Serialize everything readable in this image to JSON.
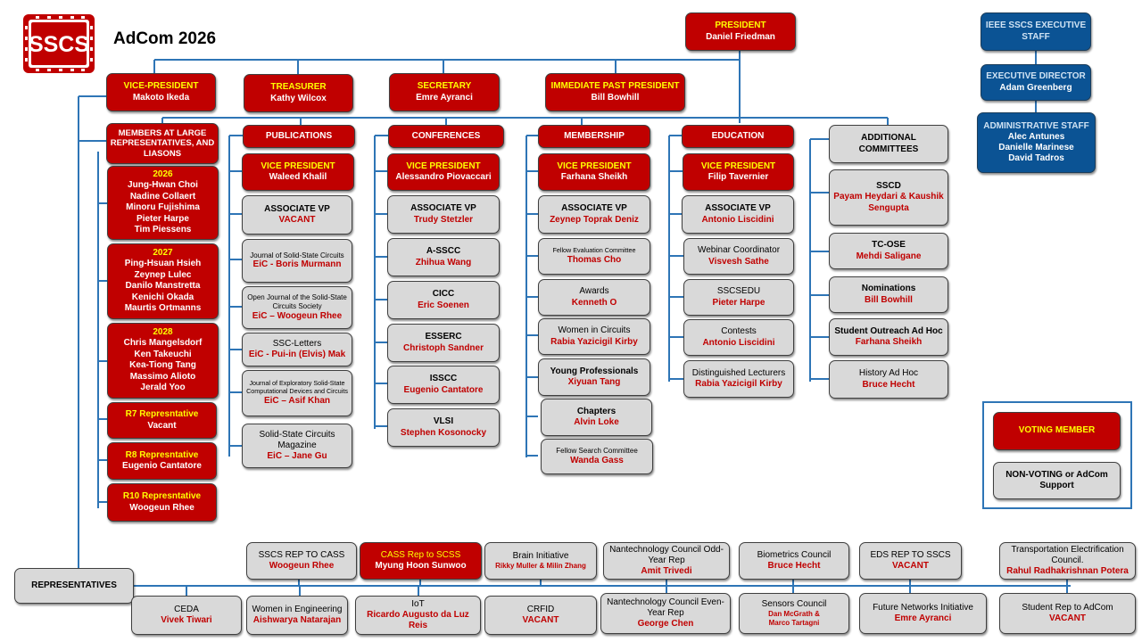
{
  "header": {
    "logo_text": "SSCS",
    "title": "AdCom 2026"
  },
  "president": {
    "title": "PRESIDENT",
    "name": "Daniel Friedman"
  },
  "officers": [
    {
      "title": "VICE-PRESIDENT",
      "name": "Makoto Ikeda"
    },
    {
      "title": "TREASURER",
      "name": "Kathy Wilcox"
    },
    {
      "title": "SECRETARY",
      "name": "Emre Ayranci"
    },
    {
      "title": "IMMEDIATE PAST PRESIDENT",
      "name": "Bill Bowhill"
    }
  ],
  "staff": {
    "heading": "IEEE SSCS EXECUTIVE STAFF",
    "exec_title": "EXECUTIVE DIRECTOR",
    "exec_name": "Adam Greenberg",
    "admin_title": "ADMINISTRATIVE STAFF",
    "admin_names": [
      "Alec Antunes",
      "Danielle Marinese",
      "David Tadros"
    ]
  },
  "members_at_large": {
    "heading": "MEMBERS AT LARGE REPRESENTATIVES, AND LIASONS",
    "groups": [
      {
        "year": "2026",
        "names": [
          "Jung-Hwan Choi",
          "Nadine Collaert",
          "Minoru Fujishima",
          "Pieter Harpe",
          "Tim Piessens"
        ]
      },
      {
        "year": "2027",
        "names": [
          "Ping-Hsuan Hsieh",
          "Zeynep Lulec",
          "Danilo Manstretta",
          "Kenichi Okada",
          "Maurtis Ortmanns"
        ]
      },
      {
        "year": "2028",
        "names": [
          "Chris Mangelsdorf",
          "Ken Takeuchi",
          "Kea-Tiong Tang",
          "Massimo Alioto",
          "Jerald Yoo"
        ]
      }
    ],
    "regions": [
      {
        "title": "R7 Represntative",
        "name": "Vacant"
      },
      {
        "title": "R8 Represntative",
        "name": "Eugenio Cantatore"
      },
      {
        "title": "R10 Represntative",
        "name": "Woogeun Rhee"
      }
    ]
  },
  "publications": {
    "heading": "PUBLICATIONS",
    "vp": {
      "title": "VICE PRESIDENT",
      "name": "Waleed Khalil"
    },
    "items": [
      {
        "title": "ASSOCIATE VP",
        "name": "VACANT"
      },
      {
        "title": "Journal of Solid-State Circuits",
        "name": "EiC - Boris Murmann"
      },
      {
        "title": "Open Journal  of the Solid-State Circuits  Society",
        "name": "EiC – Woogeun Rhee"
      },
      {
        "title": "SSC-Letters",
        "name": "EiC - Pui-in (Elvis) Mak"
      },
      {
        "title": "Journal of Exploratory Solid-State Computational Devices and Circuits",
        "name": "EiC – Asif Khan"
      },
      {
        "title": "Solid-State Circuits Magazine",
        "name": "EiC – Jane Gu"
      }
    ]
  },
  "conferences": {
    "heading": "CONFERENCES",
    "vp": {
      "title": "VICE PRESIDENT",
      "name": "Alessandro Piovaccari"
    },
    "items": [
      {
        "title": "ASSOCIATE VP",
        "name": "Trudy Stetzler"
      },
      {
        "title": "A-SSCC",
        "name": "Zhihua Wang"
      },
      {
        "title": "CICC",
        "name": "Eric Soenen"
      },
      {
        "title": "ESSERC",
        "name": "Christoph Sandner"
      },
      {
        "title": "ISSCC",
        "name": "Eugenio Cantatore"
      },
      {
        "title": "VLSI",
        "name": "Stephen Kosonocky"
      }
    ]
  },
  "membership": {
    "heading": "MEMBERSHIP",
    "vp": {
      "title": "VICE PRESIDENT",
      "name": "Farhana Sheikh"
    },
    "items": [
      {
        "title": "ASSOCIATE VP",
        "name": "Zeynep Toprak Deniz"
      },
      {
        "title": "Fellow Evaluation Committee",
        "name": "Thomas Cho"
      },
      {
        "title": "Awards",
        "name": "Kenneth O"
      },
      {
        "title": "Women in Circuits",
        "name": "Rabia Yazicigil Kirby"
      },
      {
        "title": "Young Professionals",
        "name": "Xiyuan Tang"
      },
      {
        "title": "Chapters",
        "name": "Alvin Loke"
      },
      {
        "title": "Fellow Search  Committee",
        "name": "Wanda Gass"
      }
    ]
  },
  "education": {
    "heading": "EDUCATION",
    "vp": {
      "title": "VICE PRESIDENT",
      "name": "Filip Tavernier"
    },
    "items": [
      {
        "title": "ASSOCIATE VP",
        "name": "Antonio Liscidini"
      },
      {
        "title": "Webinar Coordinator",
        "name": "Visvesh Sathe"
      },
      {
        "title": "SSCSEDU",
        "name": "Pieter Harpe"
      },
      {
        "title": "Contests",
        "name": "Antonio Liscidini"
      },
      {
        "title": "Distinguished Lecturers",
        "name": "Rabia Yazicigil Kirby"
      }
    ]
  },
  "additional": {
    "heading": "ADDITIONAL COMMITTEES",
    "items": [
      {
        "title": "SSCD",
        "name": "Payam Heydari & Kaushik Sengupta"
      },
      {
        "title": "TC-OSE",
        "name": "Mehdi  Saligane"
      },
      {
        "title": "Nominations",
        "name": "Bill Bowhill"
      },
      {
        "title": "Student Outreach Ad Hoc",
        "name": "Farhana Sheikh"
      },
      {
        "title": "History Ad Hoc",
        "name": "Bruce Hecht"
      }
    ]
  },
  "legend": {
    "voting": "VOTING MEMBER",
    "non_voting": "NON-VOTING or AdCom Support"
  },
  "representatives": {
    "heading": "REPRESENTATIVES",
    "top": [
      {
        "title": "SSCS REP TO CASS",
        "name": "Woogeun Rhee"
      },
      {
        "title": "CASS Rep to SCSS",
        "name": "Myung Hoon Sunwoo"
      },
      {
        "title": "Brain Initiative",
        "name": "Rikky Muller & Milin  Zhang"
      },
      {
        "title": "Nantechnology Council Odd-Year Rep",
        "name": "Amit Trivedi"
      },
      {
        "title": "Biometrics Council",
        "name": "Bruce Hecht"
      },
      {
        "title": "EDS REP TO SSCS",
        "name": "VACANT"
      },
      {
        "title": "Transportation Electrification Council.",
        "name": "Rahul Radhakrishnan Potera"
      }
    ],
    "bottom": [
      {
        "title": "CEDA",
        "name": "Vivek Tiwari"
      },
      {
        "title": "Women in Engineering",
        "name": "Aishwarya Natarajan"
      },
      {
        "title": "IoT",
        "name": "Ricardo Augusto da Luz Reis"
      },
      {
        "title": "CRFID",
        "name": "VACANT"
      },
      {
        "title": "Nantechnology Council Even-Year Rep",
        "name": "George Chen"
      },
      {
        "title": "Sensors Council",
        "name_lines": [
          "Dan McGrath  &",
          "Marco Tartagni"
        ]
      },
      {
        "title": "Future Networks Initiative",
        "name": "Emre Ayranci"
      },
      {
        "title": "Student Rep to AdCom",
        "name": "VACANT"
      }
    ]
  }
}
